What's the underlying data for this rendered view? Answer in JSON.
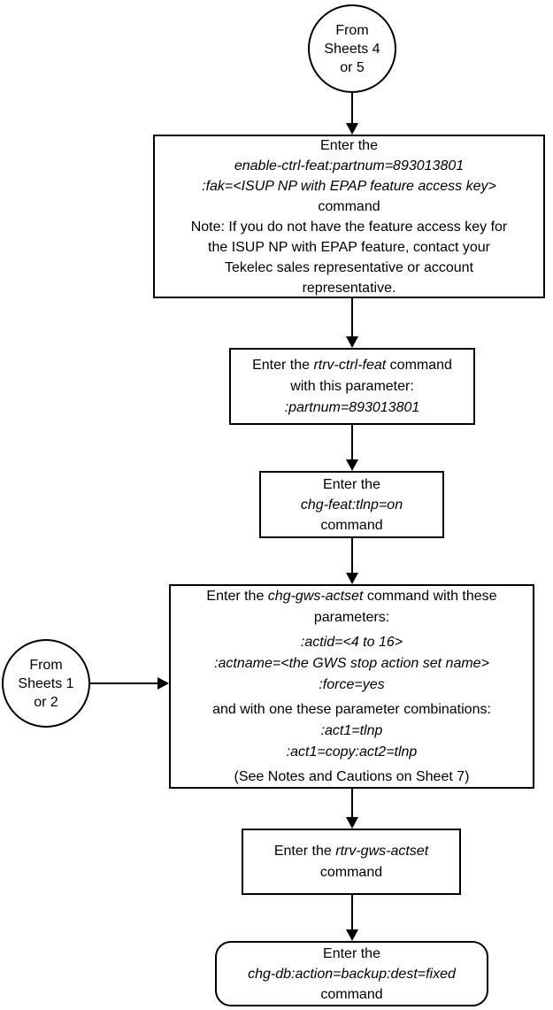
{
  "figure_type": "flowchart",
  "colors": {
    "background": "#ffffff",
    "stroke": "#000000",
    "text": "#000000"
  },
  "nodes": {
    "start_circle": {
      "shape": "circle",
      "lines": [
        {
          "segs": [
            {
              "t": "From"
            }
          ]
        },
        {
          "segs": [
            {
              "t": "Sheets 4"
            }
          ]
        },
        {
          "segs": [
            {
              "t": "or 5"
            }
          ]
        }
      ]
    },
    "enable_ctrl_feat_box": {
      "shape": "rect",
      "lines": [
        {
          "segs": [
            {
              "t": "Enter the"
            }
          ]
        },
        {
          "segs": [
            {
              "t": "enable-ctrl-feat:partnum=893013801",
              "it": true
            }
          ]
        },
        {
          "segs": [
            {
              "t": ":fak=<ISUP NP with EPAP feature access key>",
              "it": true
            }
          ]
        },
        {
          "segs": [
            {
              "t": "command"
            }
          ]
        },
        {
          "segs": [
            {
              "t": "Note: If you do not have the feature access key for"
            }
          ]
        },
        {
          "segs": [
            {
              "t": "the ISUP NP with EPAP feature, contact your"
            }
          ]
        },
        {
          "segs": [
            {
              "t": "Tekelec sales representative or account"
            }
          ]
        },
        {
          "segs": [
            {
              "t": "representative."
            }
          ]
        }
      ]
    },
    "rtrv_ctrl_feat_box": {
      "shape": "rect",
      "lines": [
        {
          "segs": [
            {
              "t": "Enter the "
            },
            {
              "t": "rtrv-ctrl-feat",
              "it": true
            },
            {
              "t": " command"
            }
          ]
        },
        {
          "segs": [
            {
              "t": "with this parameter:"
            }
          ]
        },
        {
          "segs": [
            {
              "t": ":partnum=893013801",
              "it": true
            }
          ]
        }
      ]
    },
    "chg_feat_box": {
      "shape": "rect",
      "lines": [
        {
          "segs": [
            {
              "t": "Enter the"
            }
          ]
        },
        {
          "segs": [
            {
              "t": "chg-feat:tlnp=on",
              "it": true
            }
          ]
        },
        {
          "segs": [
            {
              "t": "command"
            }
          ]
        }
      ]
    },
    "from_sheets_1_2_circle": {
      "shape": "circle",
      "lines": [
        {
          "segs": [
            {
              "t": "From"
            }
          ]
        },
        {
          "segs": [
            {
              "t": "Sheets 1"
            }
          ]
        },
        {
          "segs": [
            {
              "t": "or 2"
            }
          ]
        }
      ]
    },
    "chg_gws_actset_box": {
      "shape": "rect",
      "lines": [
        {
          "segs": [
            {
              "t": "Enter the "
            },
            {
              "t": "chg-gws-actset",
              "it": true
            },
            {
              "t": " command with these"
            }
          ]
        },
        {
          "segs": [
            {
              "t": "parameters:"
            }
          ]
        },
        {
          "segs": [
            {
              "t": ":actid=<4 to 16>",
              "it": true
            }
          ]
        },
        {
          "segs": [
            {
              "t": ":actname=<the GWS stop action set name>",
              "it": true
            }
          ]
        },
        {
          "segs": [
            {
              "t": ":force=yes",
              "it": true
            }
          ]
        },
        {
          "segs": [
            {
              "t": "and with one these parameter combinations:"
            }
          ]
        },
        {
          "segs": [
            {
              "t": ":act1=tlnp",
              "it": true
            }
          ]
        },
        {
          "segs": [
            {
              "t": ":act1=copy:act2=tlnp",
              "it": true
            }
          ]
        },
        {
          "segs": [
            {
              "t": "(See Notes and Cautions on Sheet 7)"
            }
          ]
        }
      ]
    },
    "rtrv_gws_actset_box": {
      "shape": "rect",
      "lines": [
        {
          "segs": [
            {
              "t": "Enter the "
            },
            {
              "t": "rtrv-gws-actset",
              "it": true
            }
          ]
        },
        {
          "segs": [
            {
              "t": "command"
            }
          ]
        }
      ]
    },
    "chg_db_backup_box": {
      "shape": "rounded",
      "lines": [
        {
          "segs": [
            {
              "t": "Enter the"
            }
          ]
        },
        {
          "segs": [
            {
              "t": "chg-db:action=backup:dest=fixed",
              "it": true
            }
          ]
        },
        {
          "segs": [
            {
              "t": "command"
            }
          ]
        }
      ]
    }
  }
}
